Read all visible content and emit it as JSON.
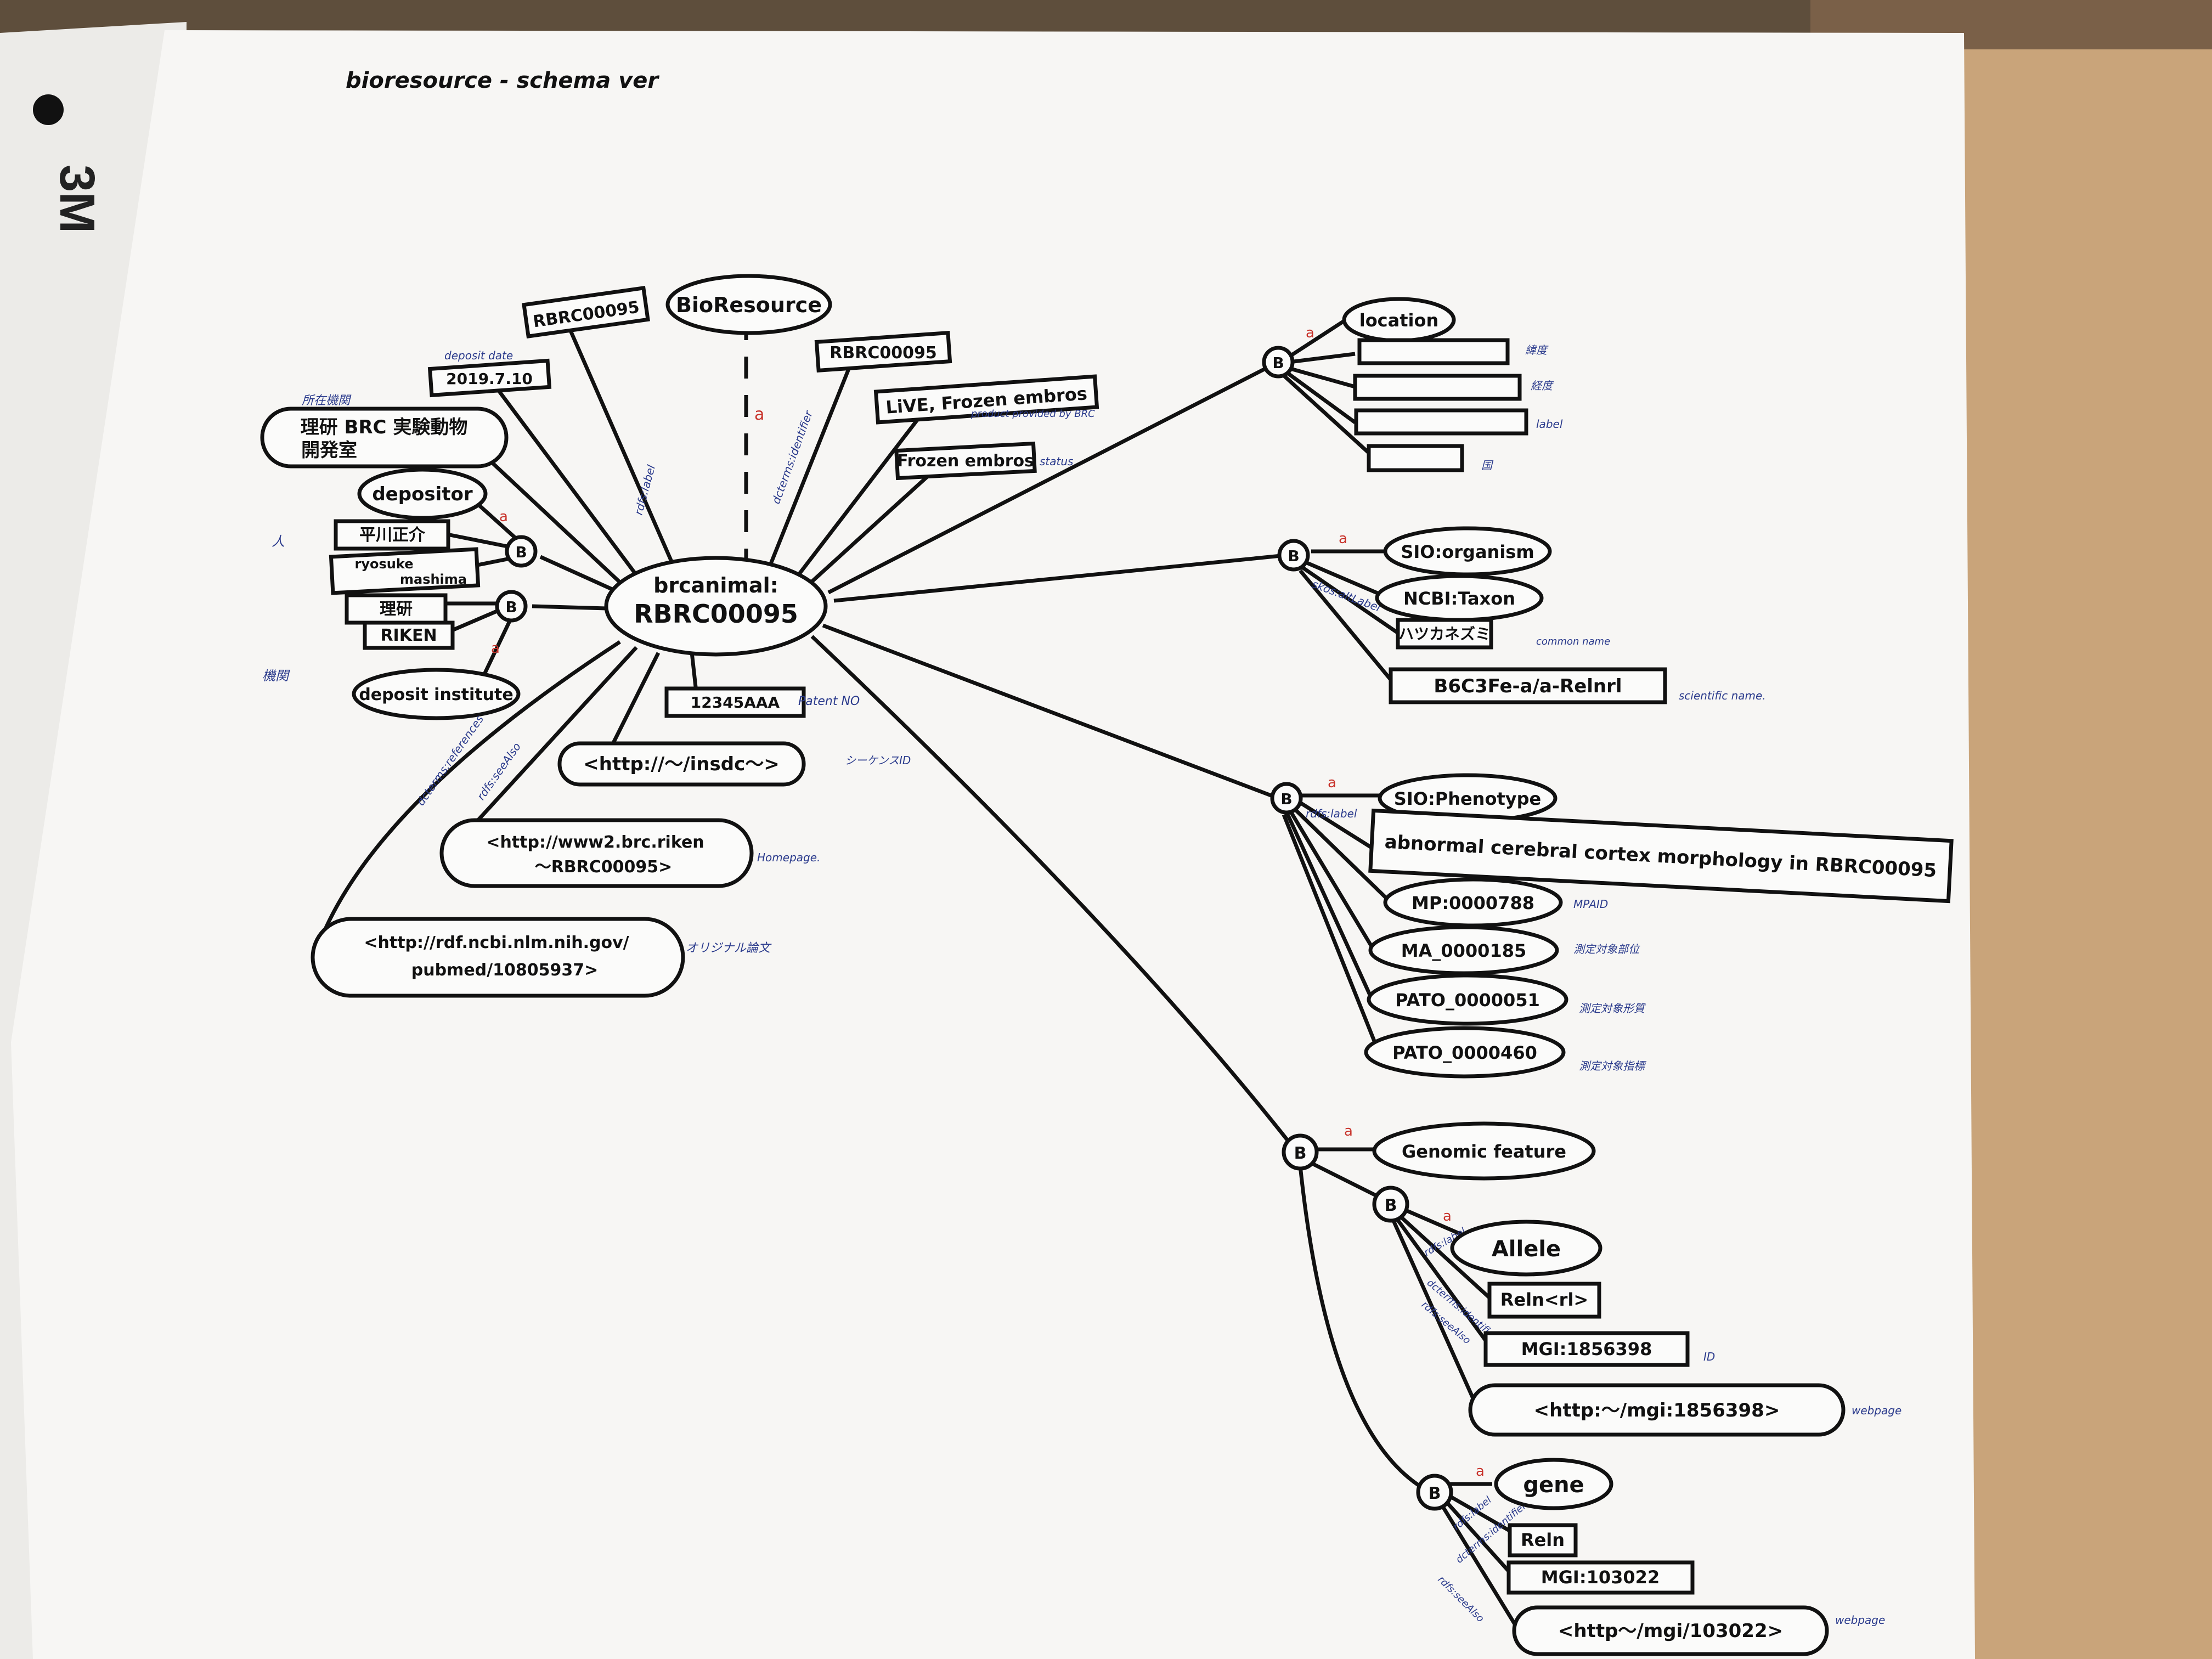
{
  "title": "bioresource - schema ver",
  "colors": {
    "paper": "#f7f6f4",
    "ink": "#111111",
    "note_ink": "#2a3a8c",
    "type_mark": "#c8322a",
    "board": "#c9a47a"
  },
  "board_text": "3M",
  "center": {
    "line1": "brcanimal:",
    "line2": "RBRC00095"
  },
  "left": {
    "top_nodes": [
      "RBRC00095",
      "BioResource",
      "RBRC00095",
      "LiVE, Frozen embros",
      "Frozen embros"
    ],
    "date_value": "2019.7.10",
    "date_note": "deposit date",
    "institute_note": "所在機関",
    "institute_value_l1": "理研 BRC 実験動物",
    "institute_value_l2": "開発室",
    "product_note": "product provided by BRC",
    "status_note": "status",
    "person_note": "人",
    "org_note": "機関",
    "depositor": "depositor",
    "person_ja": "平川正介",
    "person_en_l1": "ryosuke",
    "person_en_l2": "mashima",
    "org_ja": "理研",
    "org_en": "RIKEN",
    "deposit_institute": "deposit institute",
    "patent_value": "12345AAA",
    "patent_note": "Patent NO",
    "seq_url": "<http://～/insdc～>",
    "seq_note": "シーケンスID",
    "homepage_url_l1": "<http://www2.brc.riken",
    "homepage_url_l2": "～RBRC00095>",
    "homepage_note": "Homepage.",
    "pubmed_url_l1": "<http://rdf.ncbi.nlm.nih.gov/",
    "pubmed_url_l2": "pubmed/10805937>",
    "pubmed_note": "オリジナル論文",
    "edge_rdfs_label": "rdfs:label",
    "edge_dcterms_identifier": "dcterms:identifier",
    "edge_dcterms_references": "dcterms:references",
    "edge_rdfs_seeAlso": "rdfs:seeAlso",
    "type_a": "a"
  },
  "location": {
    "blank": "B",
    "type_a": "a",
    "class": "location",
    "notes": [
      "緯度",
      "経度",
      "label",
      "国"
    ]
  },
  "organism": {
    "blank": "B",
    "type_a": "a",
    "class": "SIO:organism",
    "taxon": "NCBI:Taxon",
    "common": "ハツカネズミ",
    "common_note": "common name",
    "scientific": "B6C3Fe-a/a-Relnrl",
    "scientific_note": "scientific name.",
    "edge_note": "skos:altLabel"
  },
  "phenotype": {
    "blank": "B",
    "type_a": "a",
    "edge_note": "rdfs:label",
    "class": "SIO:Phenotype",
    "label": "abnormal cerebral cortex morphology in RBRC00095",
    "mp": "MP:0000788",
    "mp_note": "MPAID",
    "ma": "MA_0000185",
    "ma_note": "測定対象部位",
    "pato1": "PATO_0000051",
    "pato1_note": "測定対象形質",
    "pato2": "PATO_0000460",
    "pato2_note": "測定対象指標"
  },
  "genomic": {
    "blank": "B",
    "type_a": "a",
    "class": "Genomic feature",
    "allele_blank": "B",
    "allele_type_a": "a",
    "allele": "Allele",
    "allele_label": "Reln<rl>",
    "allele_id": "MGI:1856398",
    "allele_id_note": "ID",
    "allele_url": "<http:～/mgi:1856398>",
    "allele_url_note": "webpage",
    "allele_edge_label": "rdfs:label",
    "allele_edge_id": "dcterms:identifier",
    "allele_edge_see": "rdfs:seeAlso",
    "gene_blank": "B",
    "gene_type_a": "a",
    "gene": "gene",
    "gene_label": "Reln",
    "gene_id": "MGI:103022",
    "gene_url": "<http～/mgi/103022>",
    "gene_url_note": "webpage",
    "gene_edge_label": "rdfs:label",
    "gene_edge_id": "dcterms:identifier",
    "gene_edge_see": "rdfs:seeAlso"
  }
}
